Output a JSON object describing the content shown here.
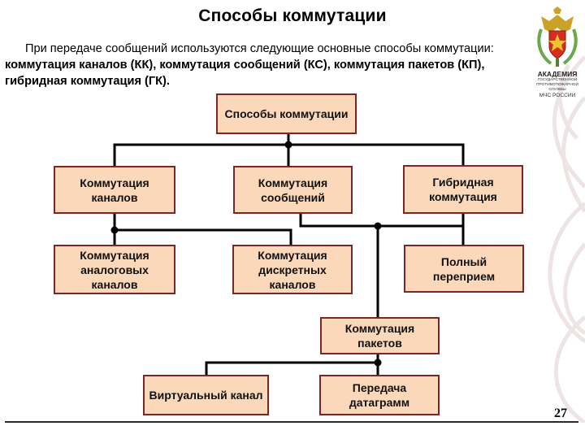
{
  "title": "Способы коммутации",
  "intro": {
    "line1": "При передаче сообщений используются следующие основные способы коммутации:",
    "line2": "коммутация каналов (КК), коммутация сообщений (КС), коммутация пакетов (КП),",
    "line3": "гибридная коммутация (ГК)."
  },
  "logo": {
    "line1": "АКАДЕМИЯ",
    "line2": "ГОСУДАРСТВЕННОЙ ПРОТИВОПОЖАРНОЙ СЛУЖБЫ",
    "line3": "МЧС РОССИИ"
  },
  "diagram": {
    "root": "Способы коммутации",
    "channel": "Коммутация каналов",
    "message": "Коммутация сообщений",
    "hybrid": "Гибридная коммутация",
    "analog": "Коммутация аналоговых каналов",
    "discrete": "Коммутация дискретных каналов",
    "full_reception": "Полный переприем",
    "packet": "Коммутация пакетов",
    "virtual": "Виртуальный канал",
    "datagram": "Передача датаграмм"
  },
  "page_number": "27",
  "colors": {
    "box_fill": "#fbd8b9",
    "box_border": "#7b2626",
    "connector": "#000000"
  }
}
